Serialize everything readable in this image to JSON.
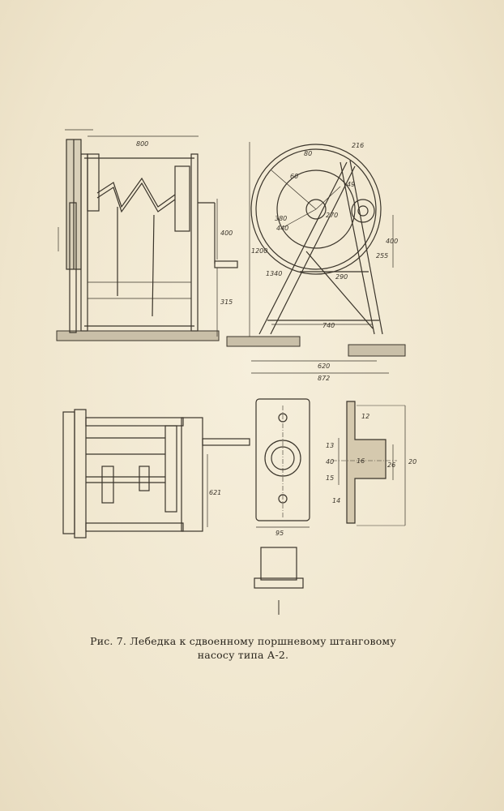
{
  "caption": {
    "line1": "Рис. 7. Лебедка к сдвоенному поршневому штанговому",
    "line2": "насосу типа А-2."
  },
  "dims": {
    "d800": "800",
    "d400a": "400",
    "d315": "315",
    "d80": "80",
    "d60": "60",
    "d216": "216",
    "d49": "49",
    "d380": "380",
    "d440": "440",
    "d270": "270",
    "d1200": "1200",
    "d1340": "1340",
    "d290": "290",
    "d400b": "400",
    "d255": "255",
    "d740": "740",
    "d620": "620",
    "d872": "872",
    "d621": "621",
    "d95": "95",
    "d12": "12",
    "d13": "13",
    "d40": "40",
    "d15": "15",
    "d16": "16",
    "d26": "26",
    "d20": "20",
    "d14": "14"
  },
  "colors": {
    "ink": "#3a342a",
    "paper": "#f3ebd6"
  }
}
